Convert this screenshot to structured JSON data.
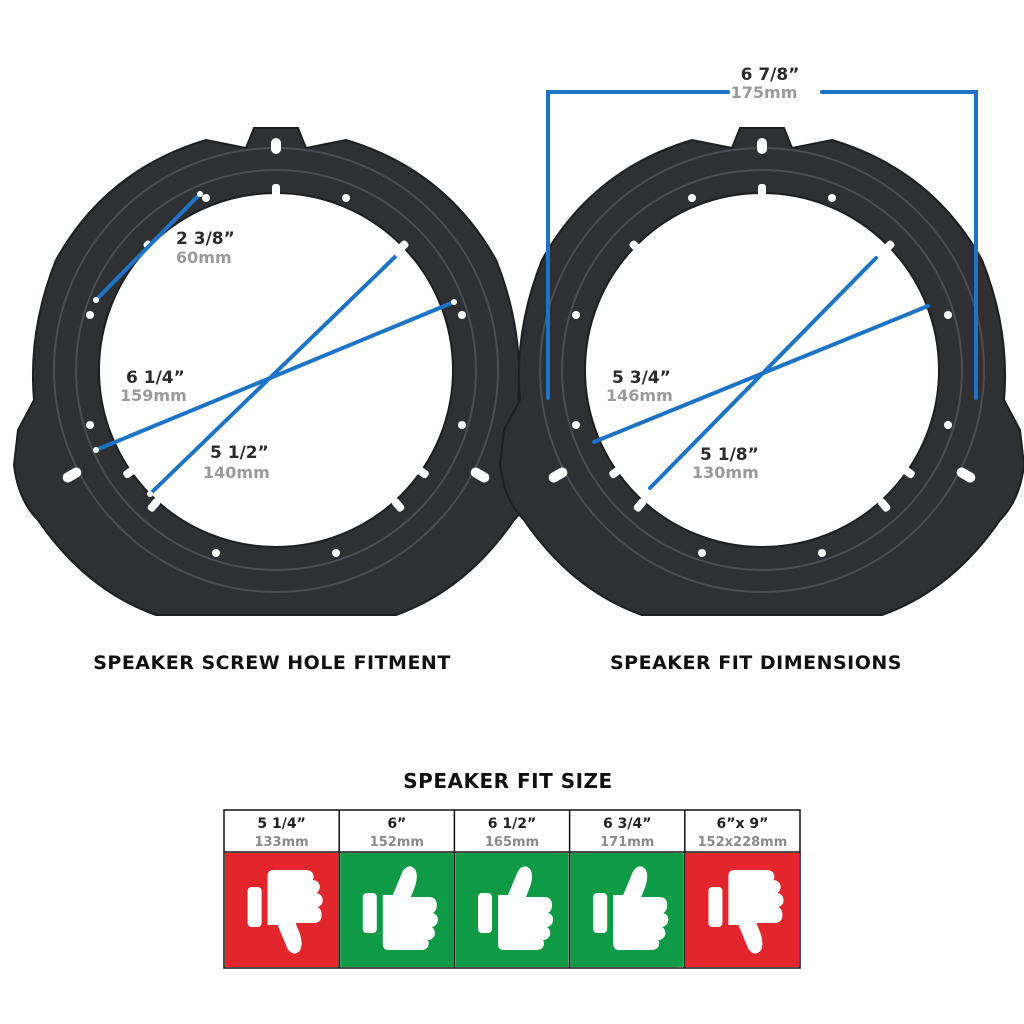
{
  "left_panel": {
    "caption": "SPEAKER SCREW HOLE FITMENT",
    "dims": [
      {
        "inch": "2 3/8”",
        "mm": "60mm"
      },
      {
        "inch": "6 1/4”",
        "mm": "159mm"
      },
      {
        "inch": "5 1/2”",
        "mm": "140mm"
      }
    ]
  },
  "right_panel": {
    "caption": "SPEAKER FIT DIMENSIONS",
    "dims": [
      {
        "inch": "6 7/8”",
        "mm": "175mm"
      },
      {
        "inch": "5 3/4”",
        "mm": "146mm"
      },
      {
        "inch": "5 1/8”",
        "mm": "130mm"
      }
    ]
  },
  "fit_table": {
    "title": "SPEAKER FIT SIZE",
    "sizes": [
      {
        "inch": "5 1/4”",
        "mm": "133mm",
        "fits": false,
        "icon": "thumbs-down-icon"
      },
      {
        "inch": "6”",
        "mm": "152mm",
        "fits": true,
        "icon": "thumbs-up-icon"
      },
      {
        "inch": "6 1/2”",
        "mm": "165mm",
        "fits": true,
        "icon": "thumbs-up-icon"
      },
      {
        "inch": "6 3/4”",
        "mm": "171mm",
        "fits": true,
        "icon": "thumbs-up-icon"
      },
      {
        "inch": "6”x 9”",
        "mm": "152x228mm",
        "fits": false,
        "icon": "thumbs-down-icon"
      }
    ]
  },
  "colors": {
    "measure_line": "#1d74c6",
    "fit_yes": "#0f9a46",
    "fit_no": "#e3262b",
    "ring": "#2e3033"
  }
}
